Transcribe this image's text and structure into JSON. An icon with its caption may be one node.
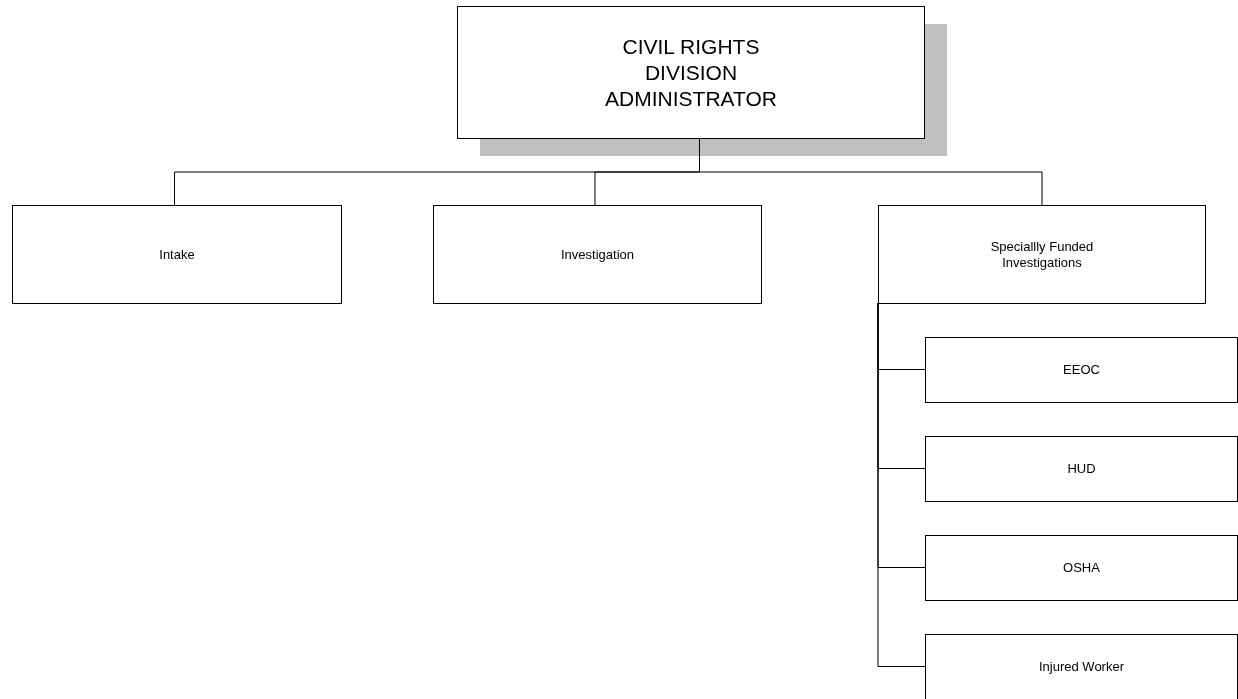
{
  "diagram": {
    "nodes": [
      {
        "text": [
          "CIVIL RIGHTS DIVISION ADMINISTRATOR"
        ]
      },
      {
        "text": [
          "Intake"
        ]
      },
      {
        "text": [
          "Investigation"
        ]
      },
      {
        "text": [
          "Speciallly Funded Investigations"
        ]
      },
      {
        "text": [
          "EEOC"
        ]
      },
      {
        "text": [
          "HUD"
        ]
      },
      {
        "text": [
          "OSHA"
        ]
      },
      {
        "text": [
          "Injured Worker"
        ]
      }
    ],
    "edges": [
      {
        "from": 0,
        "to": 1,
        "arrow": "none"
      },
      {
        "from": 0,
        "to": 2,
        "arrow": "none"
      },
      {
        "from": 0,
        "to": 3,
        "arrow": "none"
      },
      {
        "from": 3,
        "to": 4,
        "arrow": "none"
      },
      {
        "from": 3,
        "to": 5,
        "arrow": "none"
      },
      {
        "from": 3,
        "to": 6,
        "arrow": "none"
      },
      {
        "from": 3,
        "to": 7,
        "arrow": "none"
      }
    ]
  }
}
